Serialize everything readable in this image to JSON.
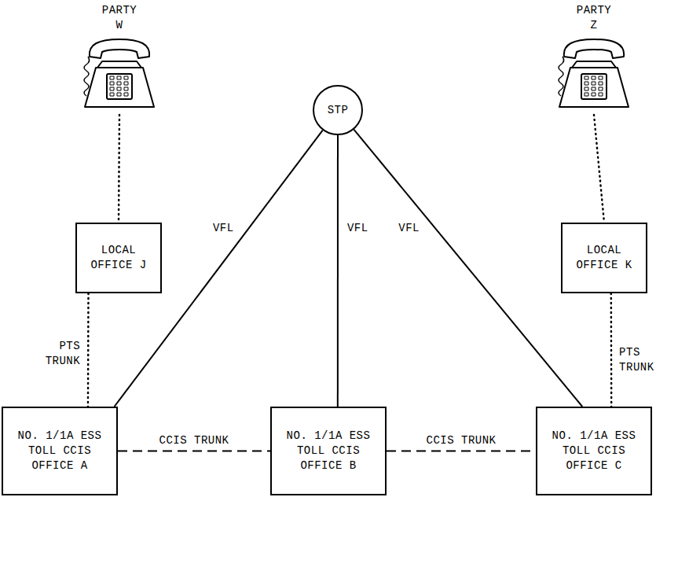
{
  "diagram": {
    "nodes": [
      {
        "text": [
          "PARTY W"
        ]
      },
      {
        "text": [
          "PARTY Z"
        ]
      },
      {
        "text": [
          "STP"
        ]
      },
      {
        "text": [
          "LOCAL OFFICE J"
        ]
      },
      {
        "text": [
          "LOCAL OFFICE K"
        ]
      },
      {
        "text": [
          "NO. 1/1A ESS TOLL CCIS OFFICE A"
        ]
      },
      {
        "text": [
          "NO. 1/1A ESS TOLL CCIS OFFICE B"
        ]
      },
      {
        "text": [
          "NO. 1/1A ESS TOLL CCIS OFFICE C"
        ]
      }
    ],
    "edges": [
      {
        "from": 0,
        "to": 3,
        "arrow": "none"
      },
      {
        "from": 3,
        "to": 5,
        "label": "PTS TRUNK",
        "arrow": "none"
      },
      {
        "from": 2,
        "to": 5,
        "label": "VFL",
        "arrow": "none"
      },
      {
        "from": 2,
        "to": 6,
        "label": "VFL",
        "arrow": "none"
      },
      {
        "from": 2,
        "to": 7,
        "label": "VFL",
        "arrow": "none"
      },
      {
        "from": 5,
        "to": 6,
        "label": "CCIS TRUNK",
        "arrow": "none"
      },
      {
        "from": 6,
        "to": 7,
        "label": "CCIS TRUNK",
        "arrow": "none"
      },
      {
        "from": 1,
        "to": 4,
        "arrow": "none"
      },
      {
        "from": 4,
        "to": 7,
        "label": "PTS TRUNK",
        "arrow": "none"
      }
    ]
  }
}
